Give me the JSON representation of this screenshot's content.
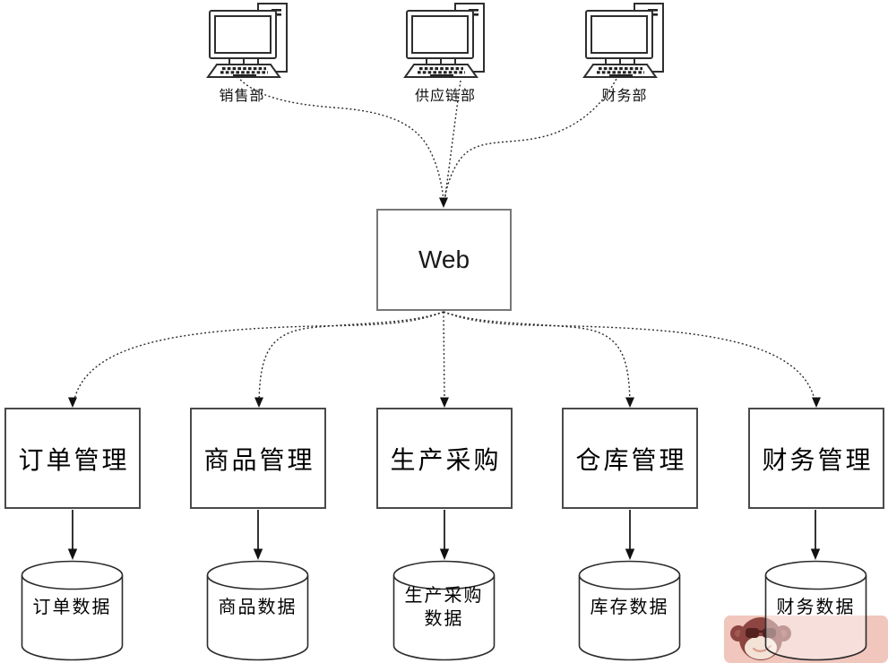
{
  "diagram": {
    "clients": [
      {
        "label": "销售部"
      },
      {
        "label": "供应链部"
      },
      {
        "label": "财务部"
      }
    ],
    "hub": {
      "label": "Web"
    },
    "modules": [
      {
        "label": "订单管理"
      },
      {
        "label": "商品管理"
      },
      {
        "label": "生产采购"
      },
      {
        "label": "仓库管理"
      },
      {
        "label": "财务管理"
      }
    ],
    "datastores": [
      {
        "label": "订单数据"
      },
      {
        "label": "商品数据"
      },
      {
        "label": "生产采购数据"
      },
      {
        "label": "库存数据"
      },
      {
        "label": "财务数据"
      }
    ],
    "icons": {
      "client": "desktop-computer-icon",
      "datastore": "database-cylinder-icon",
      "watermark": "monkey-logo-icon"
    },
    "colors": {
      "line": "#2b2b2b",
      "hub_border": "#777777",
      "module_border": "#4a4a4a",
      "watermark_bg": "#f1c6bd",
      "watermark_monkey": "#8c4540"
    }
  }
}
